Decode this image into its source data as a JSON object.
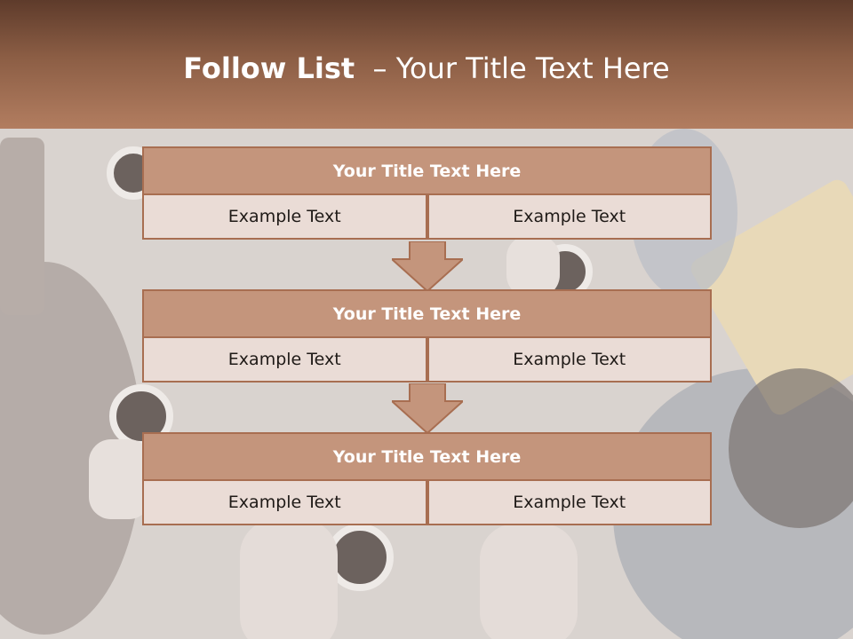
{
  "slide": {
    "title_bold": "Follow List",
    "title_rest": "  – Your Title Text Here"
  },
  "steps": [
    {
      "title": "Your Title Text Here",
      "left": "Example Text",
      "right": "Example Text"
    },
    {
      "title": "Your Title Text Here",
      "left": "Example Text",
      "right": "Example Text"
    },
    {
      "title": "Your Title Text Here",
      "left": "Example Text",
      "right": "Example Text"
    }
  ],
  "colors": {
    "header_dark": "#5e3b2b",
    "header_light": "#b27d60",
    "box_head": "#c4957c",
    "box_cell": "#eadcd6",
    "border": "#a86e51"
  }
}
